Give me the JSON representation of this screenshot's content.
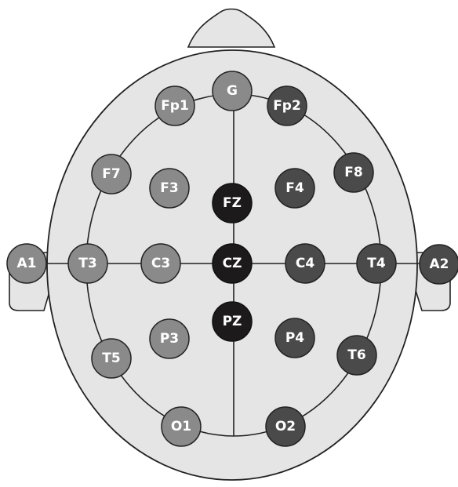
{
  "diagram": {
    "system": "10-20 EEG electrode placement",
    "colors": {
      "background": "#ffffff",
      "head_fill": "#e5e5e5",
      "outline": "#222222",
      "left": "#8a8a8a",
      "ground": "#8a8a8a",
      "right": "#4a4a4a",
      "midline": "#1c1a1a"
    },
    "electrodes": {
      "g": "G",
      "fp1": "Fp1",
      "fp2": "Fp2",
      "f7": "F7",
      "f3": "F3",
      "fz": "FZ",
      "f4": "F4",
      "f8": "F8",
      "a1": "A1",
      "t3": "T3",
      "c3": "C3",
      "cz": "CZ",
      "c4": "C4",
      "t4": "T4",
      "a2": "A2",
      "p3": "P3",
      "pz": "PZ",
      "p4": "P4",
      "t5": "T5",
      "t6": "T6",
      "o1": "O1",
      "o2": "O2"
    }
  }
}
